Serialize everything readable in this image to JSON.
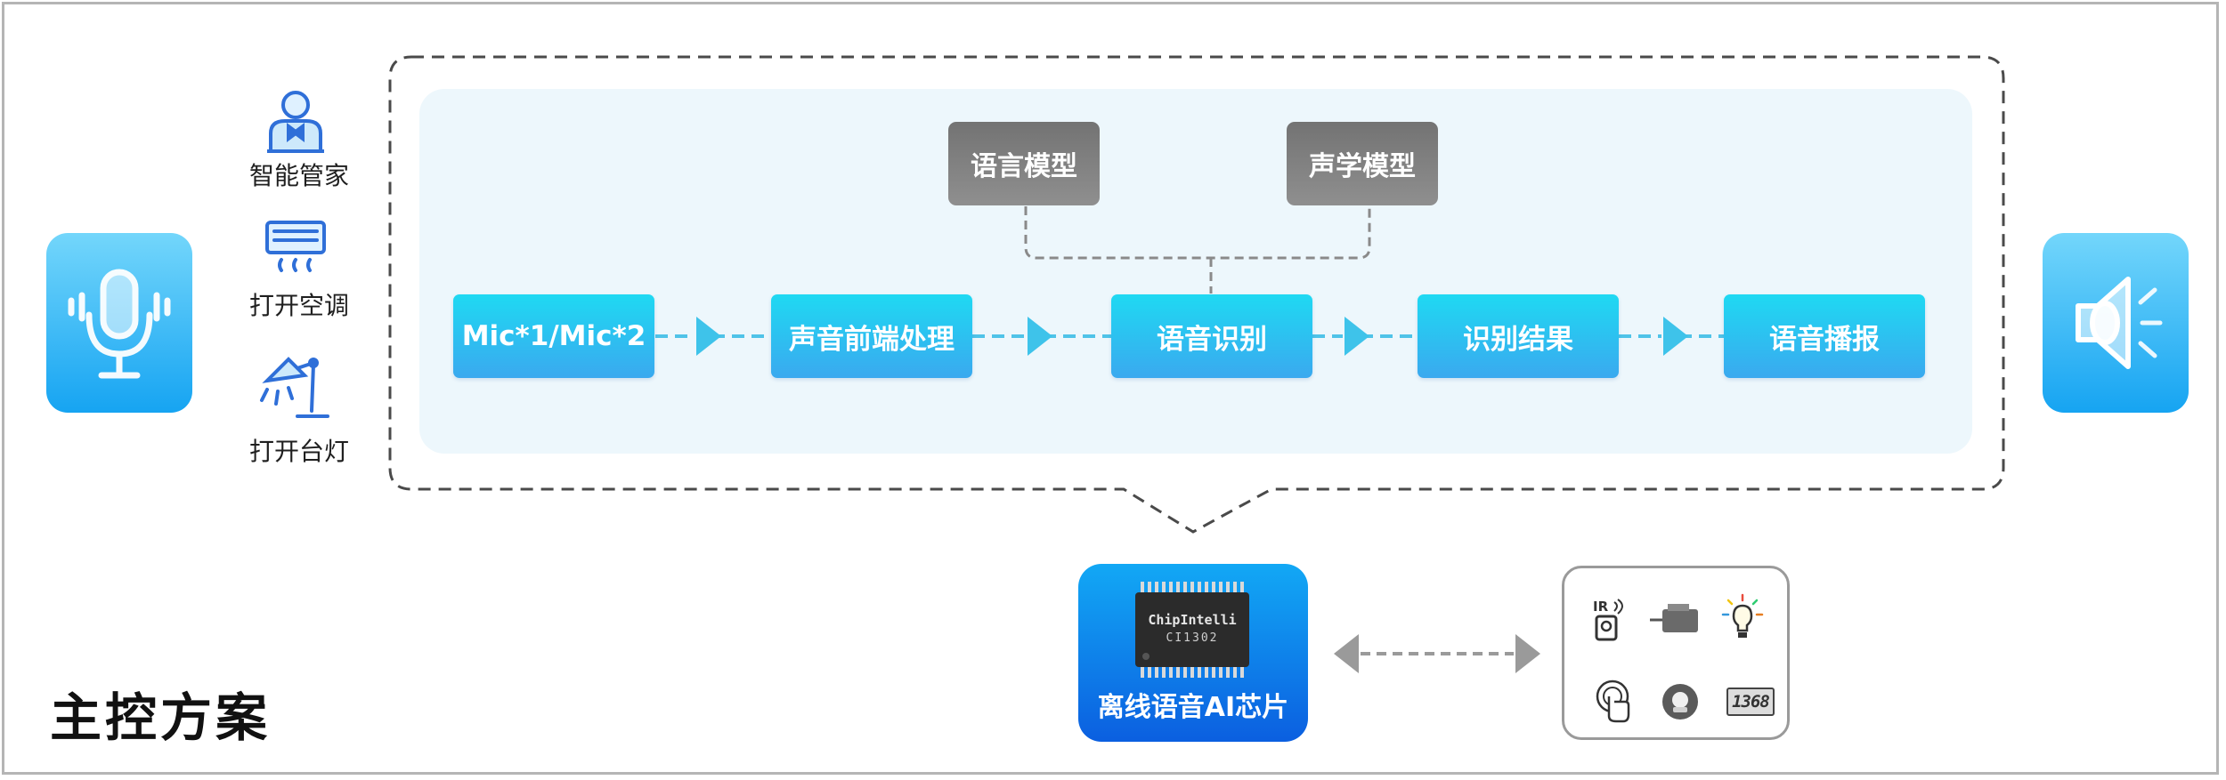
{
  "title": "主控方案",
  "side_items": [
    {
      "label": "智能管家",
      "icon": "butler-icon"
    },
    {
      "label": "打开空调",
      "icon": "air-conditioner-icon"
    },
    {
      "label": "打开台灯",
      "icon": "desk-lamp-icon"
    }
  ],
  "pipeline": {
    "steps": [
      "Mic*1/Mic*2",
      "声音前端处理",
      "语音识别",
      "识别结果",
      "语音播报"
    ],
    "models": [
      "语言模型",
      "声学模型"
    ]
  },
  "chip": {
    "brand": "ChipIntelli",
    "part": "CI1302",
    "label": "离线语音AI芯片"
  },
  "peripherals": {
    "icons": [
      "ir-remote-icon",
      "motor-icon",
      "light-bulb-icon",
      "touch-icon",
      "sensor-icon",
      "segment-display-icon"
    ],
    "display_text": "1368"
  },
  "colors": {
    "tile_blue": "#16a4f2",
    "step_cyan": "#1fd9f2",
    "model_gray": "#737373",
    "arrow_cyan": "#4fc3e8",
    "chip_blue": "#0b5fe0"
  }
}
